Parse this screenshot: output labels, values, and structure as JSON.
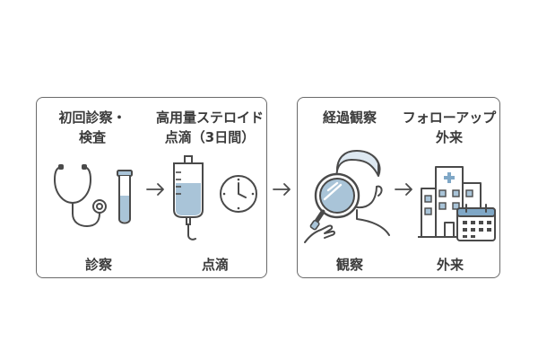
{
  "steps": [
    {
      "title_lines": [
        "初回診察・",
        "検査"
      ],
      "label": "診察",
      "icon": "stethoscope-icon"
    },
    {
      "title_lines": [
        "高用量ステロイド",
        "点滴（3日間）"
      ],
      "label": "点滴",
      "icon": "iv-drip-icon"
    },
    {
      "title_lines": [
        "経過観察"
      ],
      "label": "観察",
      "icon": "doctor-magnifier-icon"
    },
    {
      "title_lines": [
        "フォローアップ",
        "外来"
      ],
      "label": "外来",
      "icon": "hospital-icon"
    }
  ],
  "colors": {
    "border": "#6a6a6a",
    "line": "#4a4a4a",
    "accent_blue": "#a9c4d8",
    "accent_light": "#dde8f1"
  }
}
